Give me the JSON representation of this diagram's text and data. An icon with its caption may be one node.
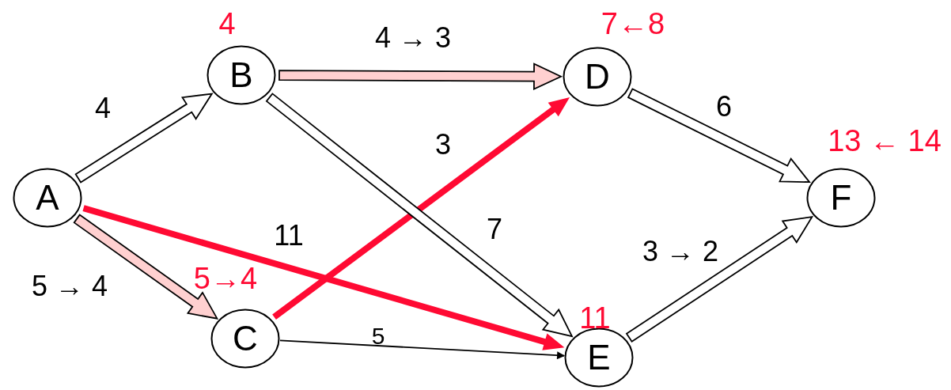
{
  "diagram": {
    "nodes": [
      {
        "text": [
          "A"
        ]
      },
      {
        "text": [
          "B"
        ],
        "beside": [
          "4"
        ]
      },
      {
        "text": [
          "C"
        ],
        "beside": [
          "5→4"
        ]
      },
      {
        "text": [
          "D"
        ],
        "beside": [
          "7←8"
        ]
      },
      {
        "text": [
          "E"
        ],
        "beside": [
          "11"
        ]
      },
      {
        "text": [
          "F"
        ],
        "beside": [
          "13 ← 14"
        ]
      }
    ],
    "edges": [
      {
        "from": 0,
        "to": 1,
        "arrow": "to",
        "label": "4",
        "style": "thick"
      },
      {
        "from": 1,
        "to": 3,
        "arrow": "to",
        "label": "4 → 3",
        "style": "thick",
        "color": "#ffd0d0"
      },
      {
        "from": 0,
        "to": 2,
        "arrow": "to",
        "label": "5 → 4",
        "style": "thick",
        "color": "#ffd0d0"
      },
      {
        "from": 0,
        "to": 4,
        "arrow": "to",
        "label": "11",
        "style": "thick",
        "color": "#ff0a33"
      },
      {
        "from": 2,
        "to": 3,
        "arrow": "to",
        "label": "3",
        "style": "thick",
        "color": "#ff0a33"
      },
      {
        "from": 1,
        "to": 4,
        "arrow": "to",
        "label": "7",
        "style": "thick"
      },
      {
        "from": 2,
        "to": 4,
        "arrow": "to",
        "label": "5",
        "color": "#000000"
      },
      {
        "from": 3,
        "to": 5,
        "arrow": "to",
        "label": "6",
        "style": "thick"
      },
      {
        "from": 4,
        "to": 5,
        "arrow": "to",
        "label": "3 → 2",
        "style": "thick"
      }
    ]
  }
}
